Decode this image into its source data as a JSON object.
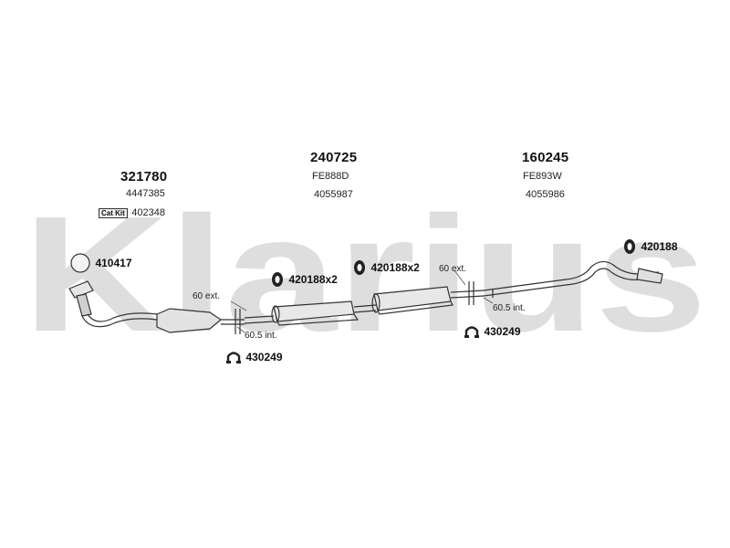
{
  "watermark": {
    "brand": "Klarius",
    "color": "#d9d9d9"
  },
  "sections": [
    {
      "part_number": "321780",
      "ref_1": "4447385",
      "cat_kit_label": "Cat Kit",
      "cat_kit_ref": "402348"
    },
    {
      "part_number": "240725",
      "ref_1": "FE888D",
      "ref_2": "4055987"
    },
    {
      "part_number": "160245",
      "ref_1": "FE893W",
      "ref_2": "4055986"
    }
  ],
  "accessories": {
    "ring_410417": "410417",
    "hanger_420188x2_a": "420188x2",
    "hanger_420188x2_b": "420188x2",
    "hanger_420188": "420188",
    "clamp_430249_a": "430249",
    "clamp_430249_b": "430249"
  },
  "pipe_notes": {
    "ext_60_a": "60 ext.",
    "int_60_5_a": "60.5 int.",
    "ext_60_b": "60 ext.",
    "int_60_5_b": "60.5 int."
  }
}
